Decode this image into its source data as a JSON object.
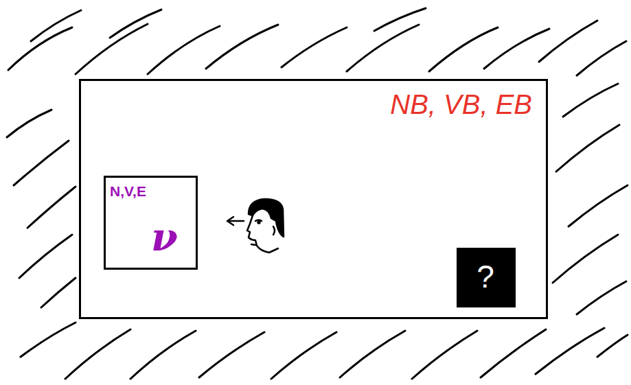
{
  "diagram": {
    "nodes": [
      {
        "text": [
          "NB, VB, EB"
        ]
      },
      {
        "text": [
          "N,V,E",
          "ν"
        ],
        "in": 0
      },
      {
        "text": [
          "?"
        ],
        "in": 0
      }
    ]
  }
}
